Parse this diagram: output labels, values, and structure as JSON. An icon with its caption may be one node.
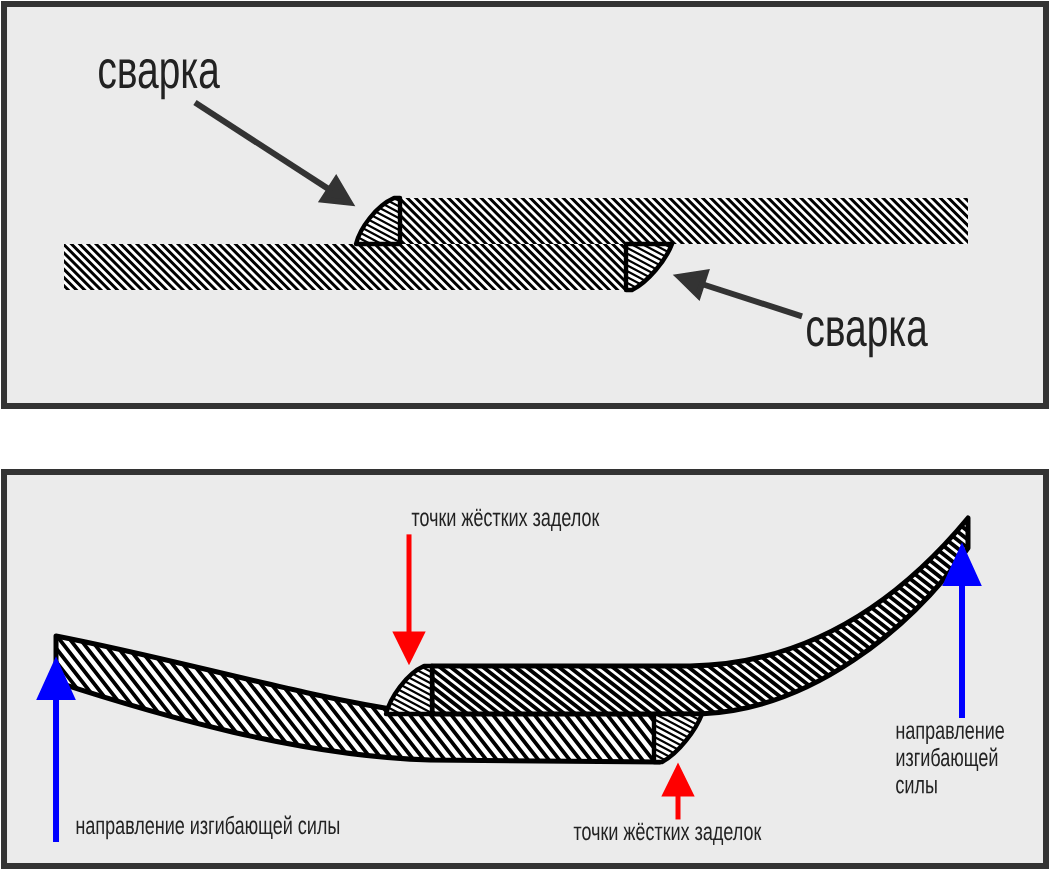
{
  "diagram": {
    "nodes": [
      {
        "text": [
          "сварка"
        ]
      },
      {
        "text": [],
        "shape": "triangle"
      },
      {
        "text": [],
        "shape": "triangle"
      },
      {
        "text": [
          "сварка"
        ]
      },
      {
        "text": [
          "точки жёстких заделок"
        ]
      },
      {
        "text": [],
        "shape": "triangle"
      },
      {
        "text": [],
        "shape": "triangle"
      },
      {
        "text": [
          "точки жёстких заделок"
        ]
      }
    ],
    "edges": [
      {
        "from": 0,
        "to": 1,
        "arrow": "to"
      },
      {
        "from": 3,
        "to": 2,
        "arrow": "to"
      },
      {
        "from": 4,
        "to": 5,
        "arrow": "to",
        "color": "#ff0000"
      },
      {
        "from": 7,
        "to": 6,
        "arrow": "to",
        "color": "#ff0000"
      }
    ],
    "labels": [
      "направление изгибающей силы",
      "направление изгибающей силы"
    ]
  }
}
